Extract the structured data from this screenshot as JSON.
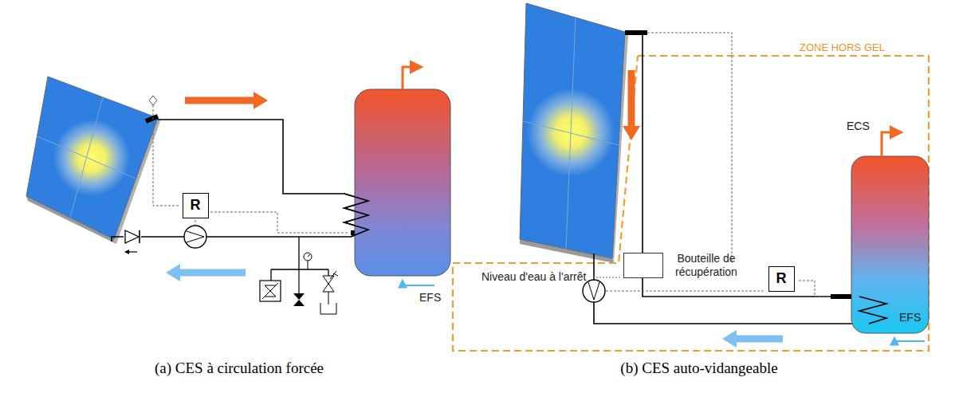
{
  "diagram": {
    "nodes": [
      {
        "text": [
          "R"
        ]
      },
      {
        "text": [
          "Bouteille de récupération"
        ]
      },
      {
        "text": [
          "R"
        ]
      }
    ],
    "labels": [
      "EFS",
      "ZONE HORS GEL",
      "ECS",
      "EFS",
      "Niveau d'eau à l'arrêt",
      "(a) CES à circulation forcée",
      "(b) CES auto-vidangeable"
    ]
  }
}
